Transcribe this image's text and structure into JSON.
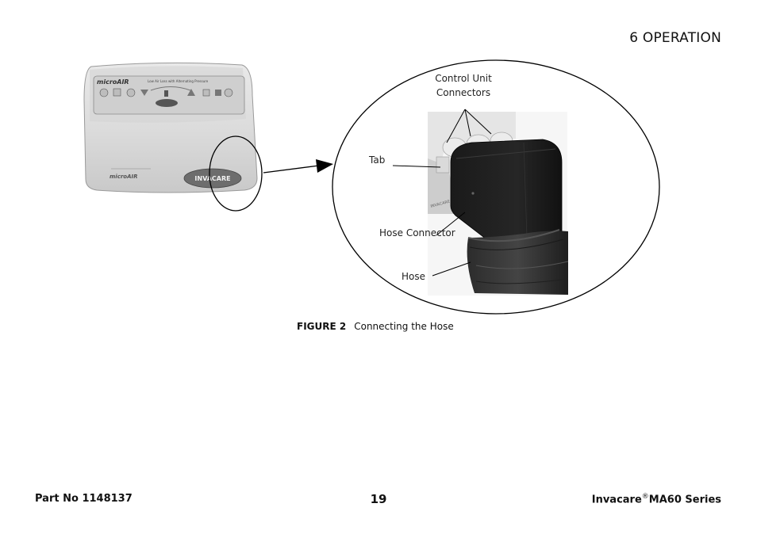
{
  "header": {
    "section_title": "6 OPERATION"
  },
  "figure": {
    "device": {
      "brand_logo_top": "microAIR",
      "panel_title": "Low Air Loss with Alternating Pressure",
      "brand_logo_bottom": "microAIR",
      "maker_logo": "INVACARE"
    },
    "callouts": {
      "control_unit": "Control Unit",
      "connectors": "Connectors",
      "tab": "Tab",
      "hose_connector": "Hose Connector",
      "hose": "Hose"
    },
    "caption": {
      "number": "FIGURE 2",
      "text": "Connecting the Hose"
    }
  },
  "footer": {
    "part_no": "Part No 1148137",
    "page_number": "19",
    "brand": "Invacare",
    "reg_mark": "®",
    "series": "MA60 Series"
  }
}
